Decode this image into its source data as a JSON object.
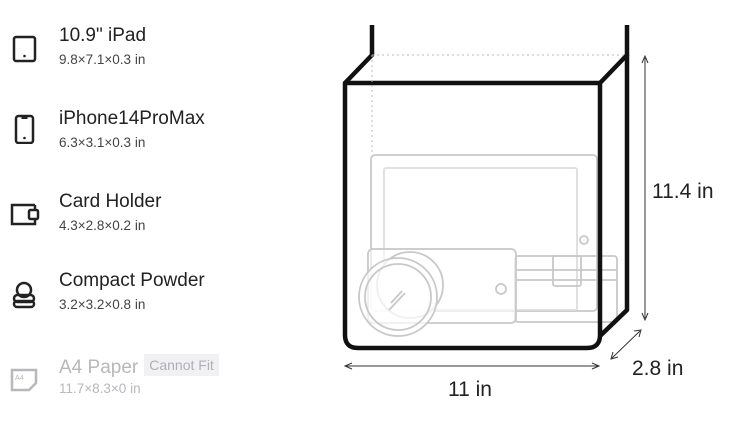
{
  "items": [
    {
      "name": "10.9\" iPad",
      "dims": "9.8×7.1×0.3 in",
      "icon": "tablet-icon"
    },
    {
      "name": "iPhone14ProMax",
      "dims": "6.3×3.1×0.3 in",
      "icon": "phone-icon"
    },
    {
      "name": "Card Holder",
      "dims": "4.3×2.8×0.2 in",
      "icon": "wallet-icon"
    },
    {
      "name": "Compact Powder",
      "dims": "3.2×3.2×0.8 in",
      "icon": "compact-powder-icon"
    },
    {
      "name": "A4 Paper",
      "dims": "11.7×8.3×0 in",
      "icon": "paper-icon",
      "badge": "Cannot Fit",
      "icon_text": "A4"
    }
  ],
  "bag": {
    "height": "11.4 in",
    "width": "11 in",
    "depth": "2.8 in"
  }
}
